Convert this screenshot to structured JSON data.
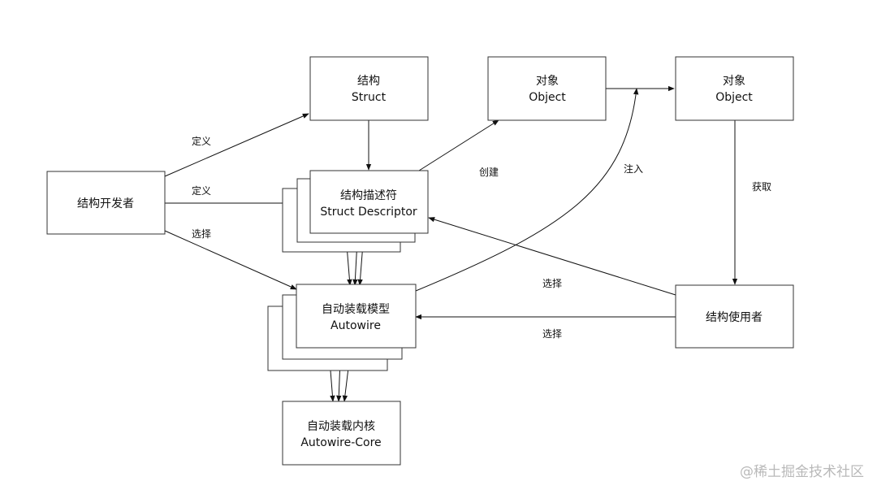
{
  "nodes": {
    "developer": {
      "line1": "结构开发者",
      "line2": ""
    },
    "struct": {
      "line1": "结构",
      "line2": "Struct"
    },
    "object_created": {
      "line1": "对象",
      "line2": "Object"
    },
    "object_retrieved": {
      "line1": "对象",
      "line2": "Object"
    },
    "descriptor": {
      "line1": "结构描述符",
      "line2": "Struct Descriptor"
    },
    "autowire": {
      "line1": "自动装载模型",
      "line2": "Autowire"
    },
    "user": {
      "line1": "结构使用者",
      "line2": ""
    },
    "core": {
      "line1": "自动装载内核",
      "line2": "Autowire-Core"
    }
  },
  "edges": {
    "define_struct": "定义",
    "define_descriptor": "定义",
    "select_autowire_by_dev": "选择",
    "create": "创建",
    "inject": "注入",
    "get": "获取",
    "select_descriptor_by_user": "选择",
    "select_autowire_by_user": "选择"
  },
  "watermark": "@稀土掘金技术社区"
}
